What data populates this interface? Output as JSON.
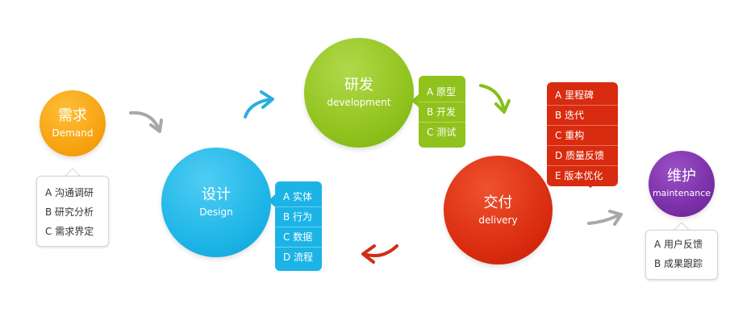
{
  "nodes": {
    "demand": {
      "title": "需求",
      "subtitle": "Demand",
      "items": [
        "A 沟通调研",
        "B 研究分析",
        "C 需求界定"
      ]
    },
    "design": {
      "title": "设计",
      "subtitle": "Design",
      "items": [
        "A 实体",
        "B 行为",
        "C 数据",
        "D 流程"
      ]
    },
    "development": {
      "title": "研发",
      "subtitle": "development",
      "items": [
        "A 原型",
        "B 开发",
        "C 测试"
      ]
    },
    "delivery": {
      "title": "交付",
      "subtitle": "delivery",
      "items": [
        "A 里程碑",
        "B 迭代",
        "C 重构",
        "D 质量反馈",
        "E 版本优化"
      ]
    },
    "maintenance": {
      "title": "维护",
      "subtitle": "maintenance",
      "items": [
        "A 用户反馈",
        "B 成果跟踪"
      ]
    }
  },
  "colors": {
    "demand": "#f7a20f",
    "design": "#1cb4e6",
    "development": "#8fc21c",
    "delivery": "#d92b0f",
    "maintenance": "#7a2ea6",
    "arrow_gray": "#a8a8a8",
    "arrow_blue": "#2aaee0",
    "arrow_green": "#86bf1e",
    "arrow_red": "#cf2e16"
  }
}
